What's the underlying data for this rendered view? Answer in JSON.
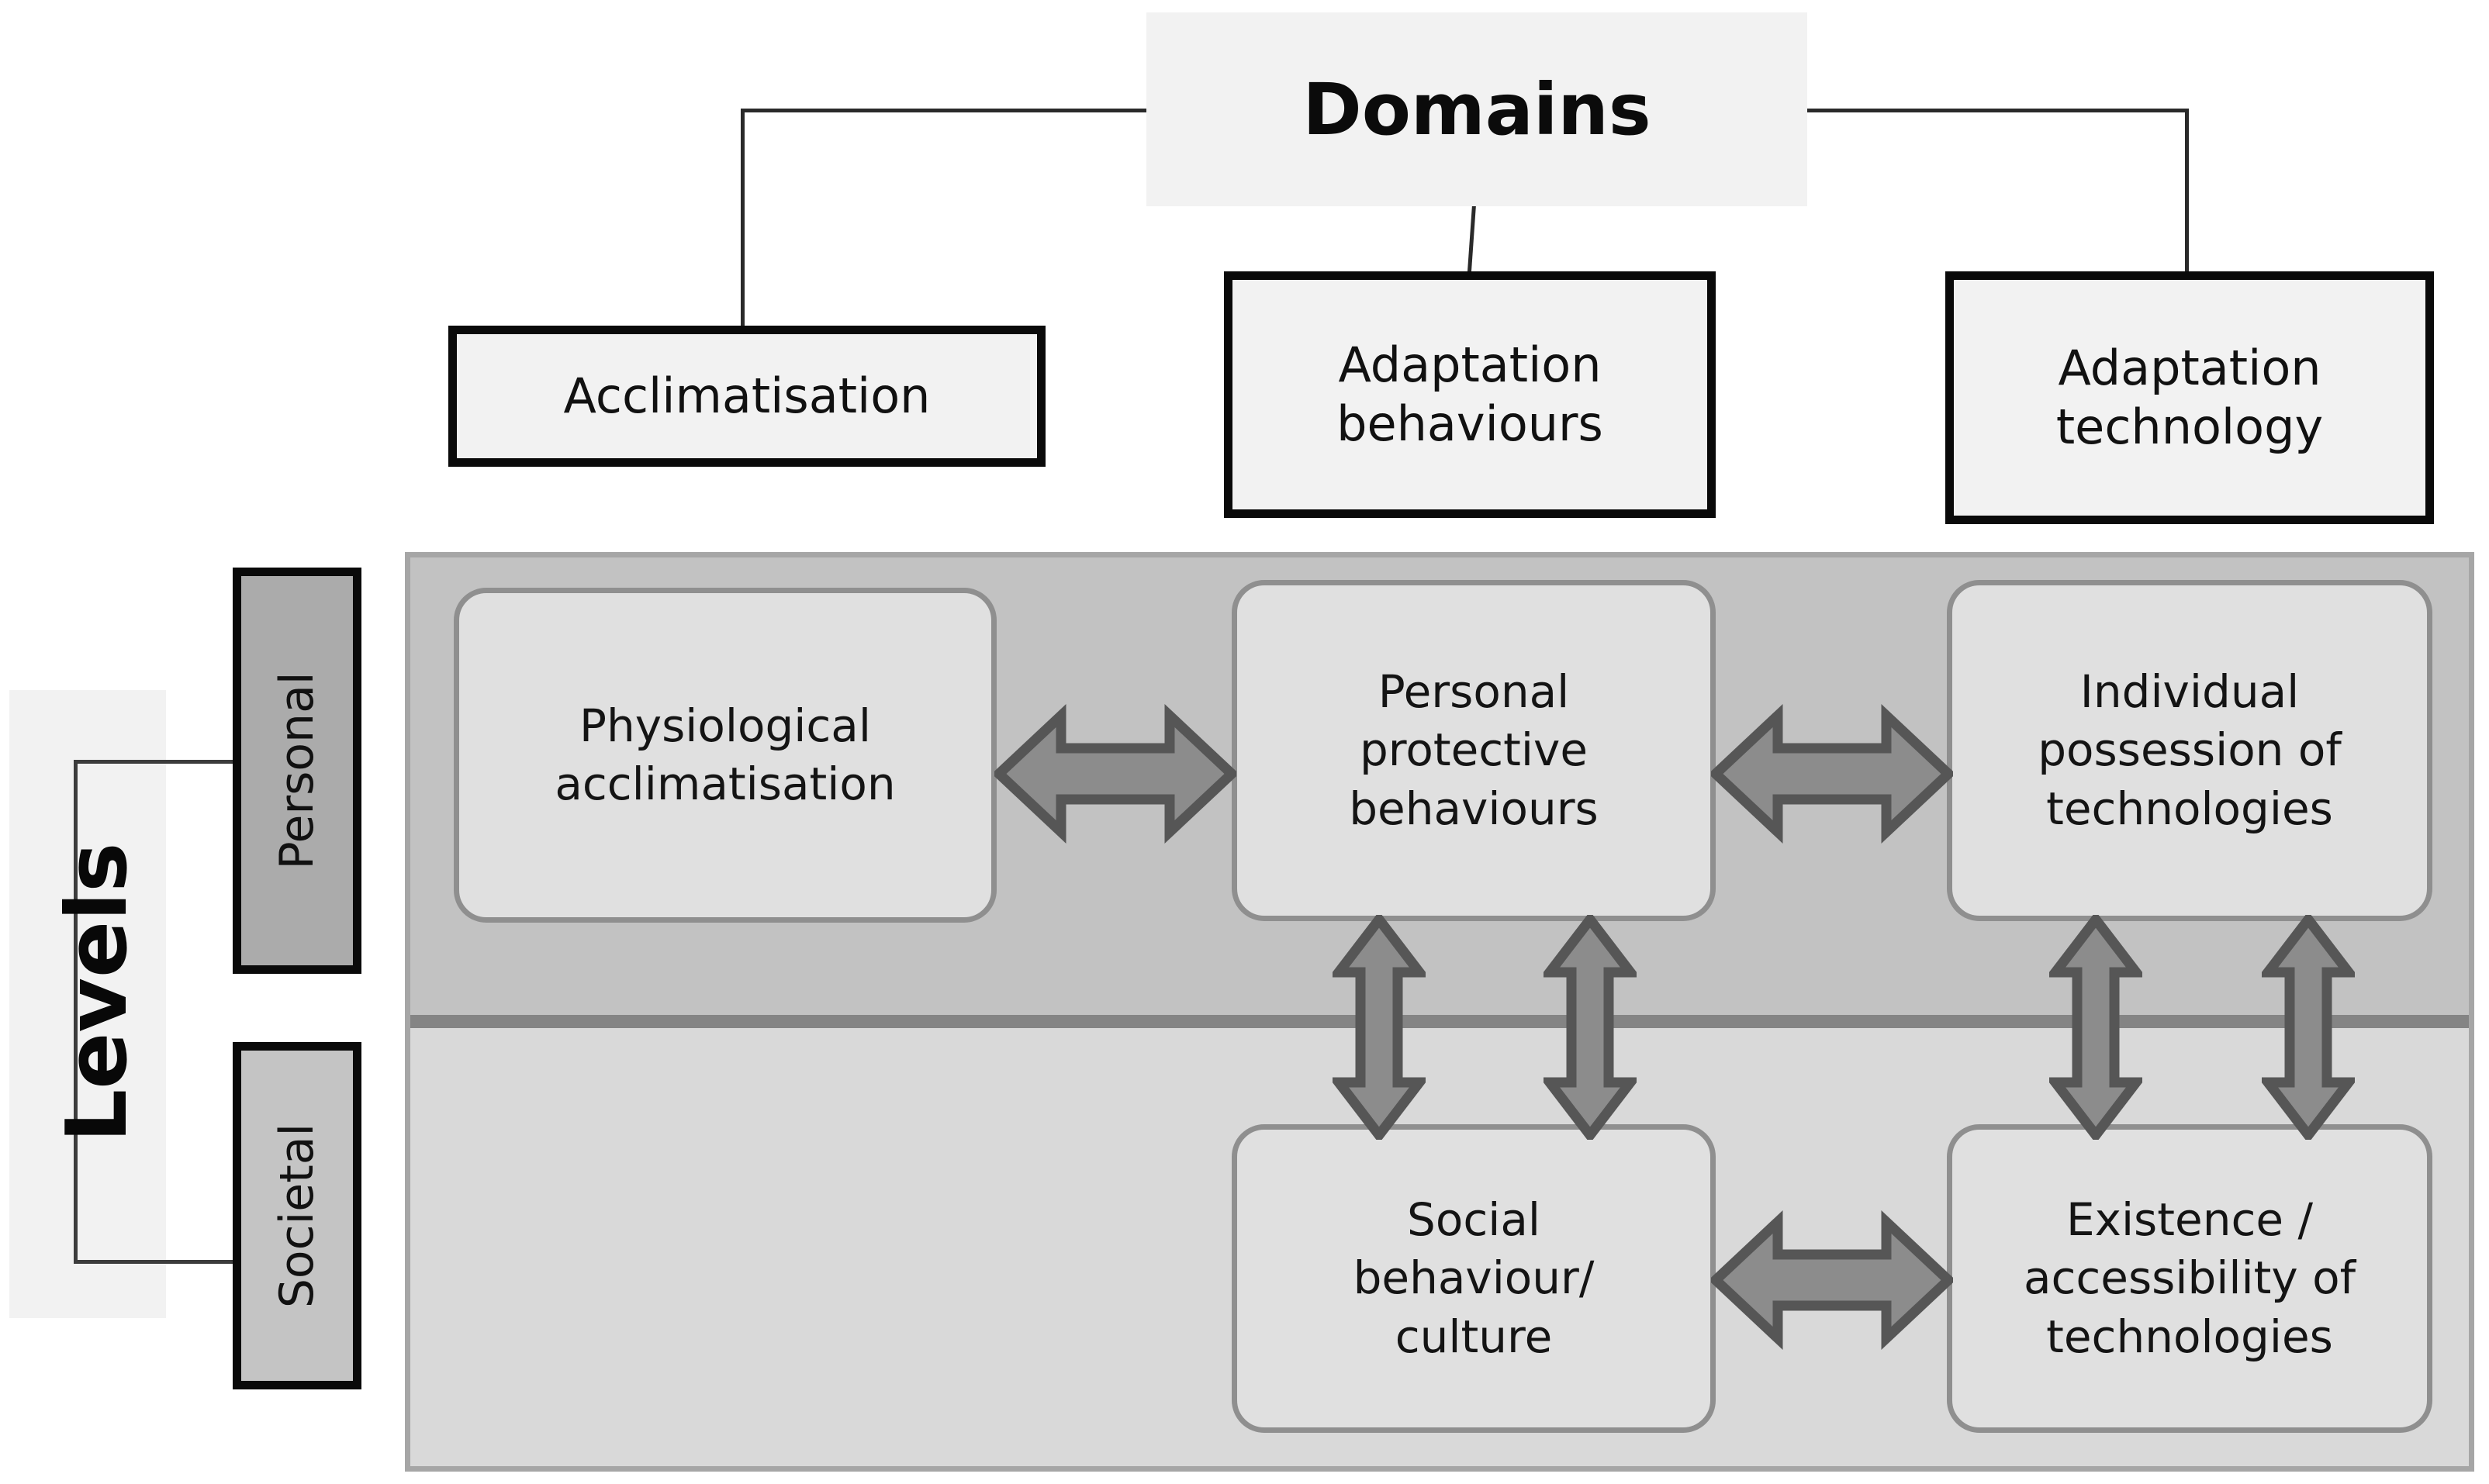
{
  "header": {
    "title": "Domains"
  },
  "domains": [
    {
      "id": "acclimatisation",
      "label": "Acclimatisation"
    },
    {
      "id": "adaptation-behaviours",
      "label": "Adaptation\nbehaviours"
    },
    {
      "id": "adaptation-technology",
      "label": "Adaptation\ntechnology"
    }
  ],
  "levels": {
    "axis_label": "Levels",
    "tabs": [
      {
        "id": "personal",
        "label": "Personal"
      },
      {
        "id": "societal",
        "label": "Societal"
      }
    ]
  },
  "matrix": {
    "rows": [
      {
        "level": "Personal",
        "cells": [
          {
            "domain": "Acclimatisation",
            "label": "Physiological\nacclimatisation"
          },
          {
            "domain": "Adaptation behaviours",
            "label": "Personal\nprotective\nbehaviours"
          },
          {
            "domain": "Adaptation technology",
            "label": "Individual\npossession of\ntechnologies"
          }
        ]
      },
      {
        "level": "Societal",
        "cells": [
          {
            "domain": "Acclimatisation",
            "label": ""
          },
          {
            "domain": "Adaptation behaviours",
            "label": "Social\nbehaviour/\nculture"
          },
          {
            "domain": "Adaptation technology",
            "label": "Existence /\naccessibility of\ntechnologies"
          }
        ]
      }
    ]
  },
  "connections": {
    "horizontal": [
      {
        "from": "Physiological acclimatisation",
        "to": "Personal protective behaviours",
        "type": "double-headed"
      },
      {
        "from": "Personal protective behaviours",
        "to": "Individual possession of technologies",
        "type": "double-headed"
      },
      {
        "from": "Social behaviour/ culture",
        "to": "Existence / accessibility of technologies",
        "type": "double-headed"
      }
    ],
    "vertical": [
      {
        "from": "Personal protective behaviours",
        "to": "Social behaviour/ culture",
        "type": "double-headed"
      },
      {
        "from": "Personal protective behaviours",
        "to": "Social behaviour/ culture",
        "type": "double-headed"
      },
      {
        "from": "Individual possession of technologies",
        "to": "Existence / accessibility of technologies",
        "type": "double-headed"
      },
      {
        "from": "Individual possession of technologies",
        "to": "Existence / accessibility of technologies",
        "type": "double-headed"
      }
    ]
  },
  "colors": {
    "page_background": "#ffffff",
    "header_fill": "#f2f2f2",
    "domain_box_fill": "#f2f2f2",
    "domain_box_border": "#0a0a0a",
    "panel_fill_personal": "#c2c2c2",
    "panel_fill_societal": "#d9d9d9",
    "panel_border": "#a6a6a6",
    "band_divider": "#848484",
    "node_fill": "#e0e0e0",
    "node_border": "#8f8f8f",
    "tab_personal_fill": "#ababab",
    "tab_societal_fill": "#c4c4c4",
    "arrow_fill": "#8c8c8c",
    "arrow_stroke": "#565656",
    "connector_line": "#2a2a2a",
    "text": "#141414"
  }
}
